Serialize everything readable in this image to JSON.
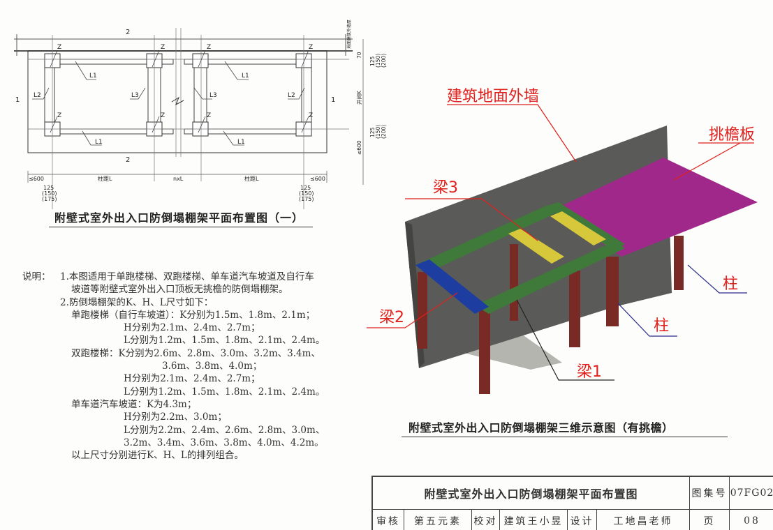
{
  "plan": {
    "title": "附壁式室外出入口防倒塌棚架平面布置图（一）",
    "section_marks": [
      "1",
      "1",
      "2",
      "2"
    ],
    "column_label": "Z",
    "beam_labels": {
      "l1": "L1",
      "l2": "L2",
      "l3": "L3"
    },
    "dims_bottom": [
      "≤600",
      "柱距L",
      "nxL",
      "柱距L",
      "≤600"
    ],
    "dims_bottom_sub": [
      "125",
      "(150)",
      "(175)"
    ],
    "dims_right": [
      "70",
      "开间K",
      "≤600"
    ],
    "dims_right_sub": [
      "125",
      "(150)",
      "(200)"
    ],
    "wall_label": "地面建筑外墙厚"
  },
  "iso": {
    "title": "附壁式室外出入口防倒塌棚架三维示意图（有挑檐）",
    "labels": {
      "wall": "建筑地面外墙",
      "eave": "挑檐板",
      "beam3": "梁3",
      "beam2": "梁2",
      "beam1": "梁1",
      "column_a": "柱",
      "column_b": "柱"
    },
    "colors": {
      "wall": "#5a5a58",
      "eave": "#a0288a",
      "beam_green": "#3f7a3a",
      "beam_yellow": "#d6c83a",
      "beam_blue": "#1d3ea0",
      "column": "#7a2a24",
      "label": "#e0201c"
    }
  },
  "notes": {
    "heading": "说明：",
    "lines": [
      "1.本图适用于单跑楼梯、双跑楼梯、单车道汽车坡道及自行车",
      "坡道等附壁式室外出入口顶板无挑檐的防倒塌棚架。",
      "2.防倒塌棚架的K、H、L尺寸如下：",
      "单跑楼梯（自行车坡道）：K分别为1.5m、1.8m、2.1m；",
      "H分别为2.1m、2.4m、2.7m；",
      "L分别为1.2m、1.5m、1.8m、2.1m、2.4m。",
      "双跑楼梯：K分别为2.6m、2.8m、3.0m、3.2m、3.4m、",
      "3.6m、3.8m、4.0m；",
      "H分别为2.1m、2.4m、2.7m；",
      "L分别为1.2m、1.5m、1.8m、2.1m、2.4m。",
      "单车道汽车坡道：K为4.3m；",
      "H分别为2.2m、3.0m；",
      "L分别为2.2m、2.4m、2.6m、2.8m、3.0m、",
      "3.2m、3.4m、3.6m、3.8m、4.0m、4.2m。",
      "以上尺寸分别进行K、H、L的排列组合。"
    ]
  },
  "title_block": {
    "title": "附壁式室外出入口防倒塌棚架平面布置图",
    "atlas_label": "图集号",
    "atlas_no": "07FG02",
    "review_label": "审核",
    "reviewer": "第五元素",
    "check_label": "校对",
    "checker": "建筑王小昱",
    "design_label": "设计",
    "designer": "工地昌老师",
    "page_label": "页",
    "page_no": "08"
  }
}
